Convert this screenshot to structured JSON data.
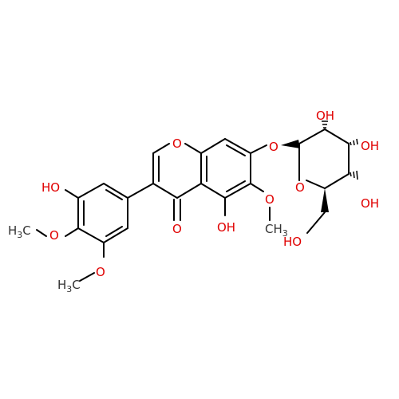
{
  "colors": {
    "bond": "#000000",
    "oxygen": "#e00000",
    "carbon_label": "#333333",
    "background": "#ffffff"
  },
  "labels": {
    "ho_left": "HO",
    "o_methoxy_ring_a": "O",
    "h3c_upper": "H",
    "h3c_upper_sub": "3",
    "h3c_upper_c": "C",
    "o_methoxy_lower": "O",
    "h3c_lower": "H",
    "h3c_lower_sub": "3",
    "h3c_lower_c": "C",
    "o_chromone_ring": "O",
    "o_carbonyl": "O",
    "oh_5": "OH",
    "o_methoxy_6": "O",
    "ch3_6_c": "CH",
    "ch3_6_sub": "3",
    "o_glycosidic": "O",
    "oh_sugar_top": "OH",
    "oh_sugar_right": "OH",
    "oh_sugar_lower": "OH",
    "o_sugar_ring": "O",
    "ho_sugar_ch2": "HO"
  }
}
